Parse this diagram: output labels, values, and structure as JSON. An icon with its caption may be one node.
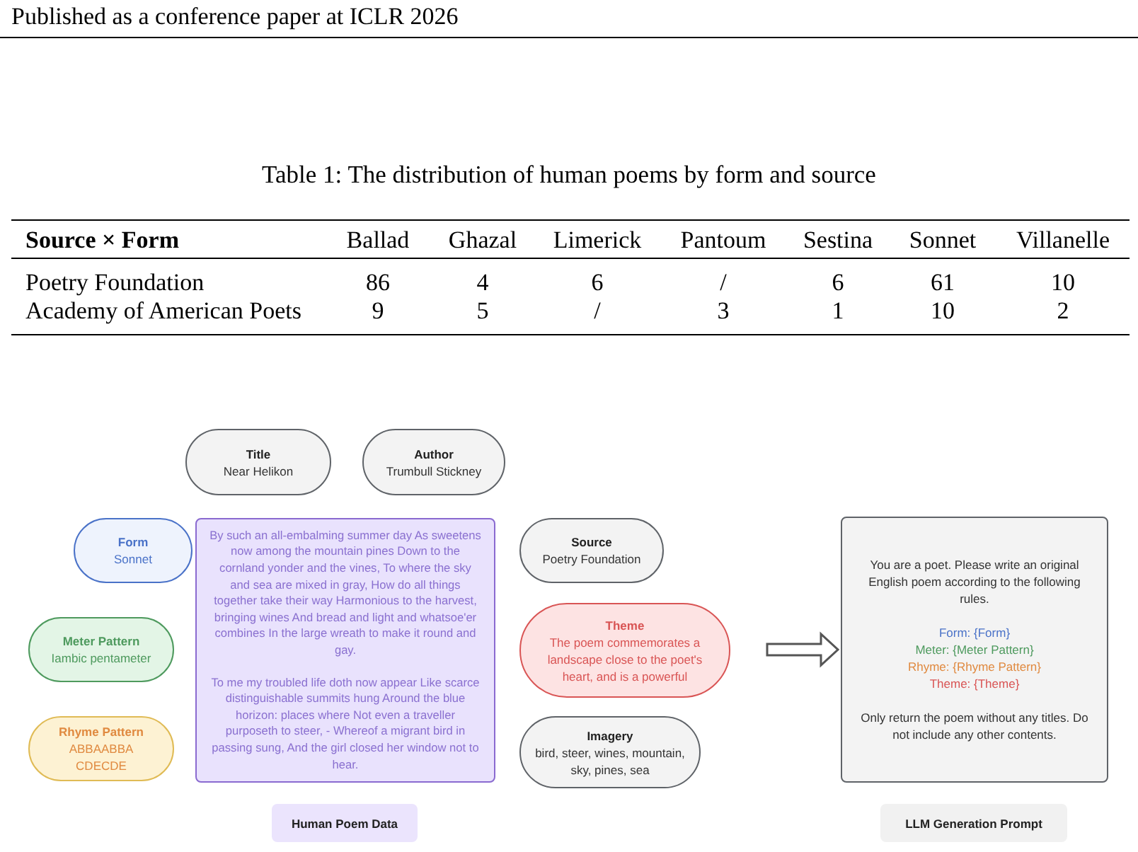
{
  "diagram": {
    "title": "Table 1: The distribution of human poems by form and source",
    "nodes": [
      {
        "text": [
          "Title",
          "Near Helikon"
        ]
      },
      {
        "text": [
          "Author",
          "Trumbull Stickney"
        ]
      },
      {
        "text": [
          "Form",
          "Sonnet"
        ]
      },
      {
        "text": [
          "Meter Pattern",
          "Iambic pentameter"
        ]
      },
      {
        "text": [
          "Rhyme Pattern",
          "ABBAABBA CDECDE"
        ]
      },
      {
        "text": [
          "By such an all-embalming summer day As sweetens now among the mountain pines Down to the cornland yonder and the vines, To where the sky and sea are mixed in gray, How do all things together take their way Harmonious to the harvest, bringing wines And bread and light and whatsoe'er combines In the large wreath to make it round and gay.",
          "To me my troubled life doth now appear Like scarce distinguishable summits hung Around the blue horizon: places where Not even a traveller purposeth to steer, - Whereof a migrant bird in passing sung, And the girl closed her window not to hear."
        ]
      },
      {
        "text": [
          "Human Poem Data"
        ]
      },
      {
        "text": [
          "Source",
          "Poetry Foundation"
        ]
      },
      {
        "text": [
          "Theme",
          "The poem commemorates a landscape close to the poet's heart, and is a powerful"
        ]
      },
      {
        "text": [
          "Imagery",
          "bird, steer, wines, mountain, sky, pines, sea"
        ]
      },
      {
        "text": [
          "You are a poet. Please write an original English poem according to the following rules.",
          "Form: {Form}",
          "Meter: {Meter Pattern}",
          "Rhyme: {Rhyme Pattern}",
          "Theme: {Theme}",
          "Only return the poem without any titles. Do not include any other contents."
        ]
      },
      {
        "text": [
          "LLM Generation Prompt"
        ]
      }
    ],
    "edges": [
      {
        "from": null,
        "to": 10,
        "arrow": "to"
      }
    ],
    "labels": [
      "Published as a conference paper at ICLR 2026",
      "Source × Form",
      "Ballad",
      "Ghazal",
      "Limerick",
      "Pantoum",
      "Sestina",
      "Sonnet",
      "Villanelle",
      "Poetry Foundation",
      "86",
      "4",
      "6",
      "/",
      "6",
      "61",
      "10",
      "Academy of American Poets",
      "9",
      "5",
      "/",
      "3",
      "1",
      "10",
      "2"
    ]
  }
}
